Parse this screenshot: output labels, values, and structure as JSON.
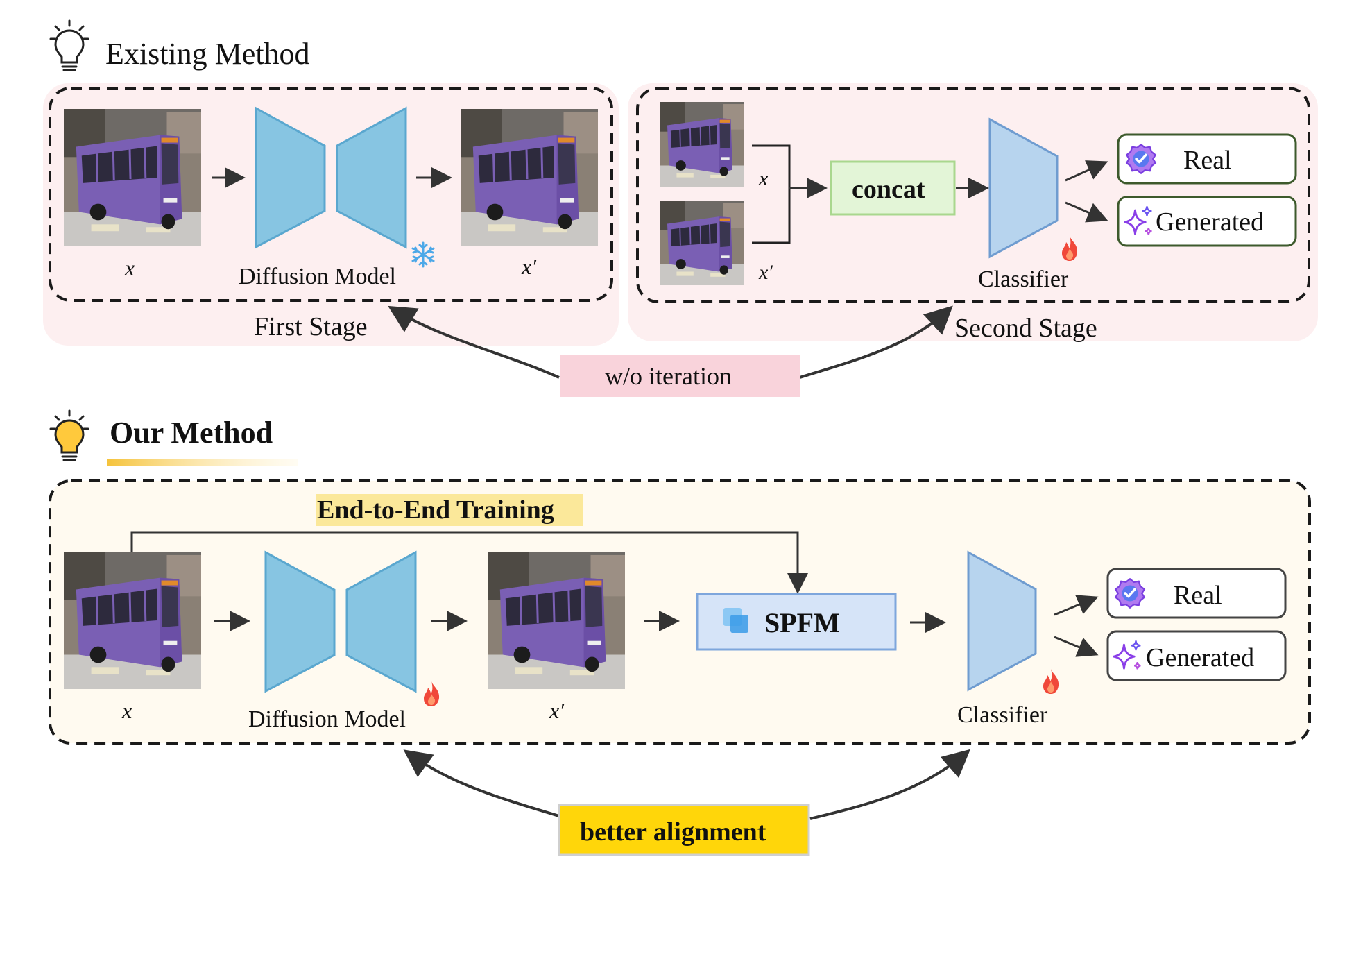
{
  "existing": {
    "title": "Existing Method",
    "first_stage": "First Stage",
    "second_stage": "Second Stage",
    "diffusion_label": "Diffusion Model",
    "classifier_label": "Classifier",
    "concat_label": "concat",
    "x_label": "x",
    "xprime_label": "x′",
    "real_label": "Real",
    "generated_label": "Generated",
    "iteration_label": "w/o iteration"
  },
  "ours": {
    "title": "Our Method",
    "end_to_end_label": "End-to-End Training",
    "diffusion_label": "Diffusion Model",
    "classifier_label": "Classifier",
    "spfm_label": "SPFM",
    "x_label": "x",
    "xprime_label": "x′",
    "real_label": "Real",
    "generated_label": "Generated",
    "alignment_label": "better alignment"
  },
  "colors": {
    "pink_panel": "#fdeff0",
    "cream_panel": "#fffaf0",
    "diffusion_blue": "#87c5e2",
    "classifier_blue": "#b7d4ee",
    "concat_green": "#e3f5d7",
    "spfm_blue": "#d6e4f8",
    "badge_pink": "#f9d3db",
    "badge_yellow": "#ffd60a",
    "bus_purple": "#7a5fb4",
    "fire": "#f0483a",
    "snow": "#4da8e8"
  },
  "icons": [
    "lightbulb-outline-icon",
    "lightbulb-yellow-icon",
    "snowflake-icon",
    "fire-icon",
    "verified-badge-icon",
    "sparkles-icon"
  ]
}
